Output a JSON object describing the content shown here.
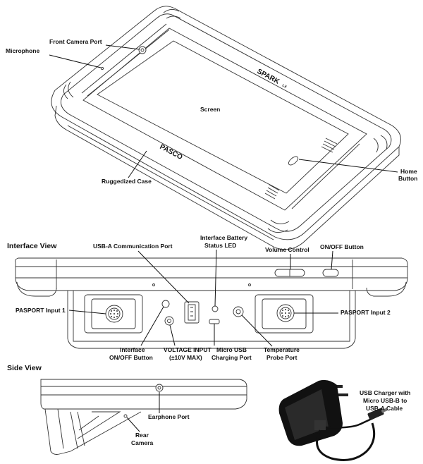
{
  "sections": {
    "interface_view": "Interface View",
    "side_view": "Side View"
  },
  "branding": {
    "spark": "SPARK",
    "model_suffix": "LX",
    "pasco": "PASCO"
  },
  "labels": {
    "front_camera_port": "Front Camera Port",
    "microphone": "Microphone",
    "screen": "Screen",
    "home_button_1": "Home",
    "home_button_2": "Button",
    "ruggedized_case": "Ruggedized Case",
    "usb_a_port": "USB-A Communication Port",
    "battery_led_1": "Interface Battery",
    "battery_led_2": "Status LED",
    "volume_control": "Volume Control",
    "on_off_button": "ON/OFF Button",
    "pasport_1": "PASPORT Input 1",
    "pasport_2": "PASPORT Input 2",
    "interface_onoff_1": "Interface",
    "interface_onoff_2": "ON/OFF Button",
    "voltage_input_1": "VOLTAGE INPUT",
    "voltage_input_2": "(±10V MAX)",
    "micro_usb_1": "Micro USB",
    "micro_usb_2": "Charging Port",
    "temp_probe_1": "Temperature",
    "temp_probe_2": "Probe Port",
    "earphone_port": "Earphone Port",
    "rear_camera_1": "Rear",
    "rear_camera_2": "Camera",
    "charger_1": "USB Charger with",
    "charger_2": "Micro USB-B to",
    "charger_3": "USB-A Cable"
  }
}
